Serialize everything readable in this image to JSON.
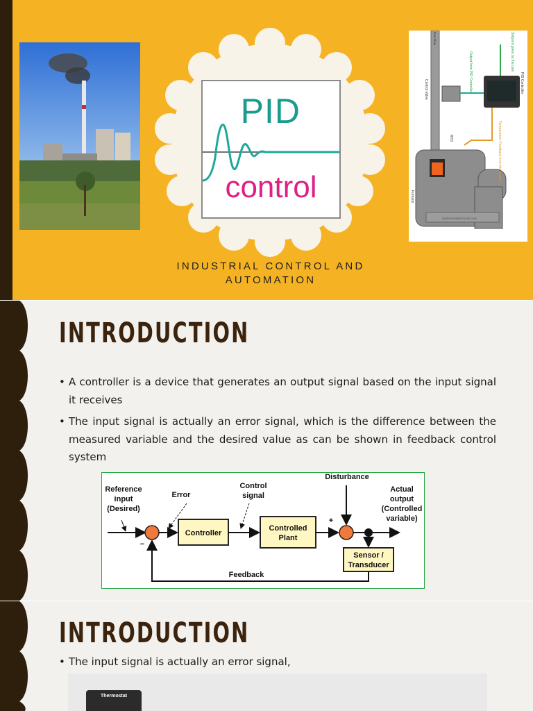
{
  "slide1": {
    "logo_title": "PID",
    "logo_subtitle": "control",
    "subtitle_line1": "INDUSTRIAL CONTROL AND",
    "subtitle_line2": "AUTOMATION",
    "brand_colors": {
      "background": "#f5b324",
      "pid_teal": "#1a9b8c",
      "control_magenta": "#de1f84"
    },
    "furnace_labels": {
      "setpoint": "Setpoint given by the user",
      "pid_controller": "PID Controller",
      "output": "Output from PID Controller",
      "control_valve": "Control Valve",
      "feedback": "Temperature Feedback from the source",
      "rtd": "RTD",
      "furnace": "Furnace",
      "gas_flow": "Gas Flow",
      "watermark": "instrumentationtools.com"
    }
  },
  "slide2": {
    "heading": "INTRODUCTION",
    "bullets": [
      "A controller is a device that generates an output signal based on the input signal it receives",
      "The input signal is actually an error signal,  which is the difference between the measured variable and the desired value as can be shown in feedback control system"
    ],
    "diagram": {
      "reference_input": [
        "Reference",
        "input",
        "(Desired)"
      ],
      "error": "Error",
      "control_signal": [
        "Control",
        "signal"
      ],
      "disturbance": "Disturbance",
      "actual_output": [
        "Actual",
        "output",
        "(Controlled",
        "variable)"
      ],
      "controller": "Controller",
      "controlled_plant": [
        "Controlled",
        "Plant"
      ],
      "sensor": [
        "Sensor /",
        "Transducer"
      ],
      "feedback": "Feedback",
      "plus": "+",
      "minus": "−"
    }
  },
  "slide3": {
    "heading": "INTRODUCTION",
    "bullets": [
      "The input signal is actually an error signal,"
    ],
    "thermostat_label": "Thermostat"
  }
}
